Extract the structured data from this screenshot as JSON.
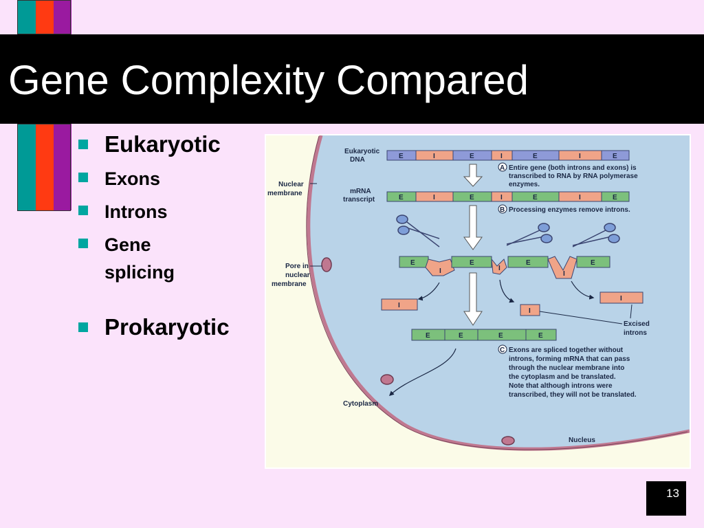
{
  "slide": {
    "title": "Gene Complexity Compared",
    "page_number": "13",
    "colors": {
      "background": "#fbe3fb",
      "title_bar": "#000000",
      "bullet": "#00a6a0",
      "stripe_teal": "#009a96",
      "stripe_red": "#ff3a12",
      "stripe_purple": "#9a1aa0"
    }
  },
  "bullets": [
    {
      "text": "Eukaryotic"
    },
    {
      "text": "Exons"
    },
    {
      "text": "Introns"
    },
    {
      "text": "Gene splicing"
    },
    {
      "text": "Prokaryotic"
    }
  ],
  "figure": {
    "labels": {
      "eukaryotic_dna": [
        "Eukaryotic",
        "DNA"
      ],
      "nuclear_membrane": [
        "Nuclear",
        "membrane"
      ],
      "mrna_transcript": [
        "mRNA",
        "transcript"
      ],
      "pore": [
        "Pore in",
        "nuclear",
        "membrane"
      ],
      "excised_introns": [
        "Excised",
        "introns"
      ],
      "cytoplasm": "Cytoplasm",
      "nucleus": "Nucleus"
    },
    "steps": {
      "a_letter": "A",
      "a_lines": [
        "Entire gene (both introns and exons) is",
        "transcribed to RNA by RNA polymerase",
        "enzymes."
      ],
      "b_letter": "B",
      "b_lines": [
        "Processing enzymes remove introns."
      ],
      "c_letter": "C",
      "c_lines": [
        "Exons are spliced together without",
        "introns, forming mRNA that can pass",
        "through the nuclear membrane into",
        "the cytoplasm and be translated.",
        "Note that although introns were",
        "transcribed, they will not be translated."
      ]
    },
    "segment_labels": {
      "exon": "E",
      "intron": "I"
    },
    "colors": {
      "nucleus": "#b9d3e8",
      "membrane": "#c07890",
      "exon_dna": "#8e9ad8",
      "intron": "#f0a488",
      "exon_rna": "#7cc07c",
      "figure_bg": "#fbfbe8"
    }
  }
}
